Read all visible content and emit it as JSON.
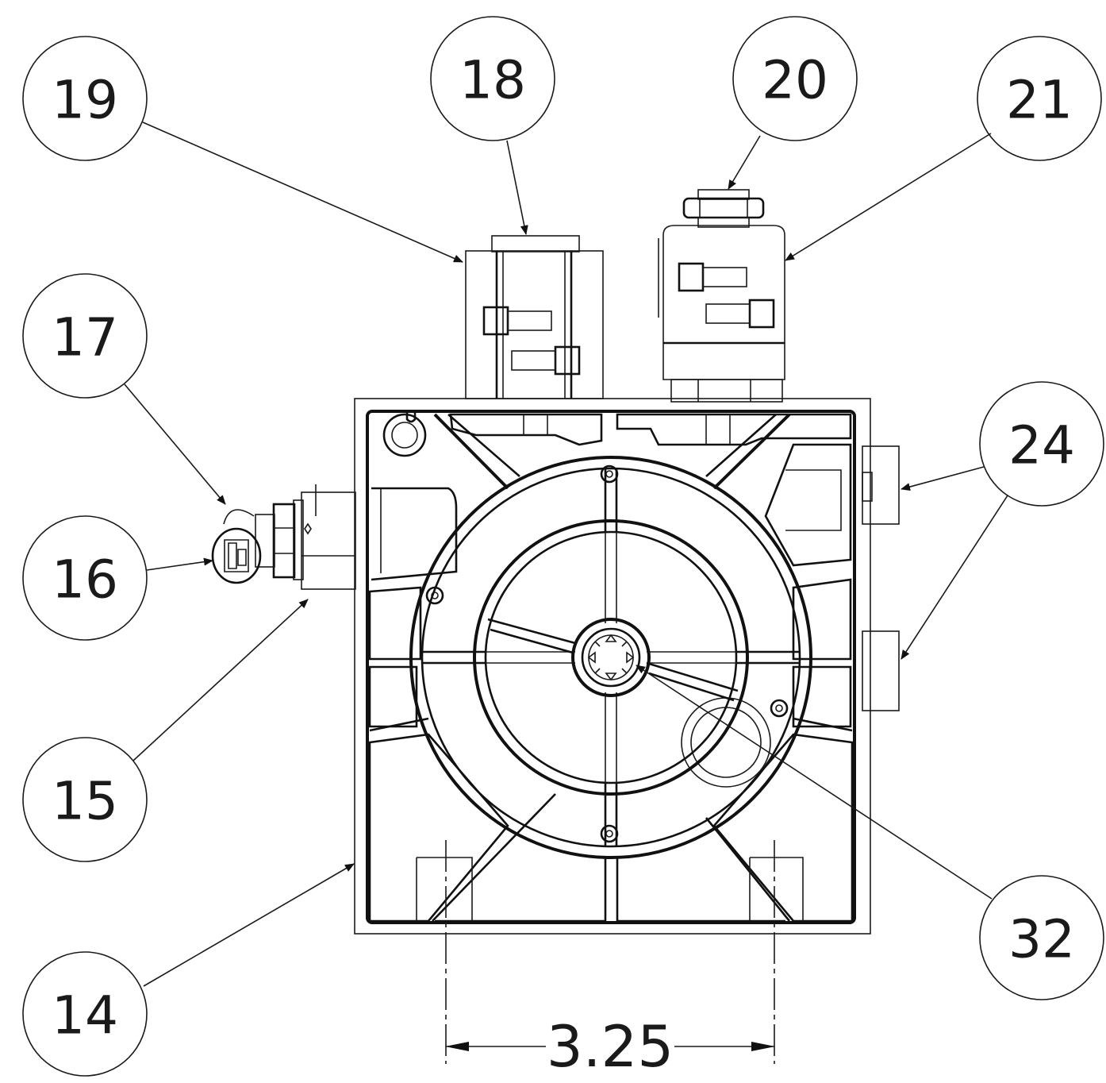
{
  "balloons": [
    {
      "id": "14",
      "label": "14"
    },
    {
      "id": "15",
      "label": "15"
    },
    {
      "id": "16",
      "label": "16"
    },
    {
      "id": "17",
      "label": "17"
    },
    {
      "id": "18",
      "label": "18"
    },
    {
      "id": "19",
      "label": "19"
    },
    {
      "id": "20",
      "label": "20"
    },
    {
      "id": "21",
      "label": "21"
    },
    {
      "id": "24",
      "label": "24"
    },
    {
      "id": "32",
      "label": "32"
    }
  ],
  "dimension": {
    "value": "3.25"
  },
  "colors": {
    "line": "#111111",
    "background": "#ffffff"
  }
}
